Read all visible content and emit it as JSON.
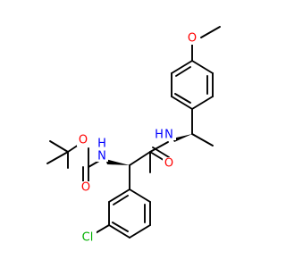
{
  "molecule": {
    "atom_labels": {
      "methoxy_oxygen": "O",
      "amide_nitrogen": "N",
      "amide_hydrogen": "H",
      "amide_oxygen": "O",
      "carbamate_nitrogen": "N",
      "carbamate_hydrogen": "H",
      "carbamate_ester_oxygen": "O",
      "carbamate_carbonyl_oxygen": "O",
      "chlorine": "Cl"
    },
    "colors": {
      "bond": "#000000",
      "oxygen": "#ff0000",
      "nitrogen": "#0000ff",
      "chlorine": "#00b000",
      "background": "#ffffff"
    }
  }
}
